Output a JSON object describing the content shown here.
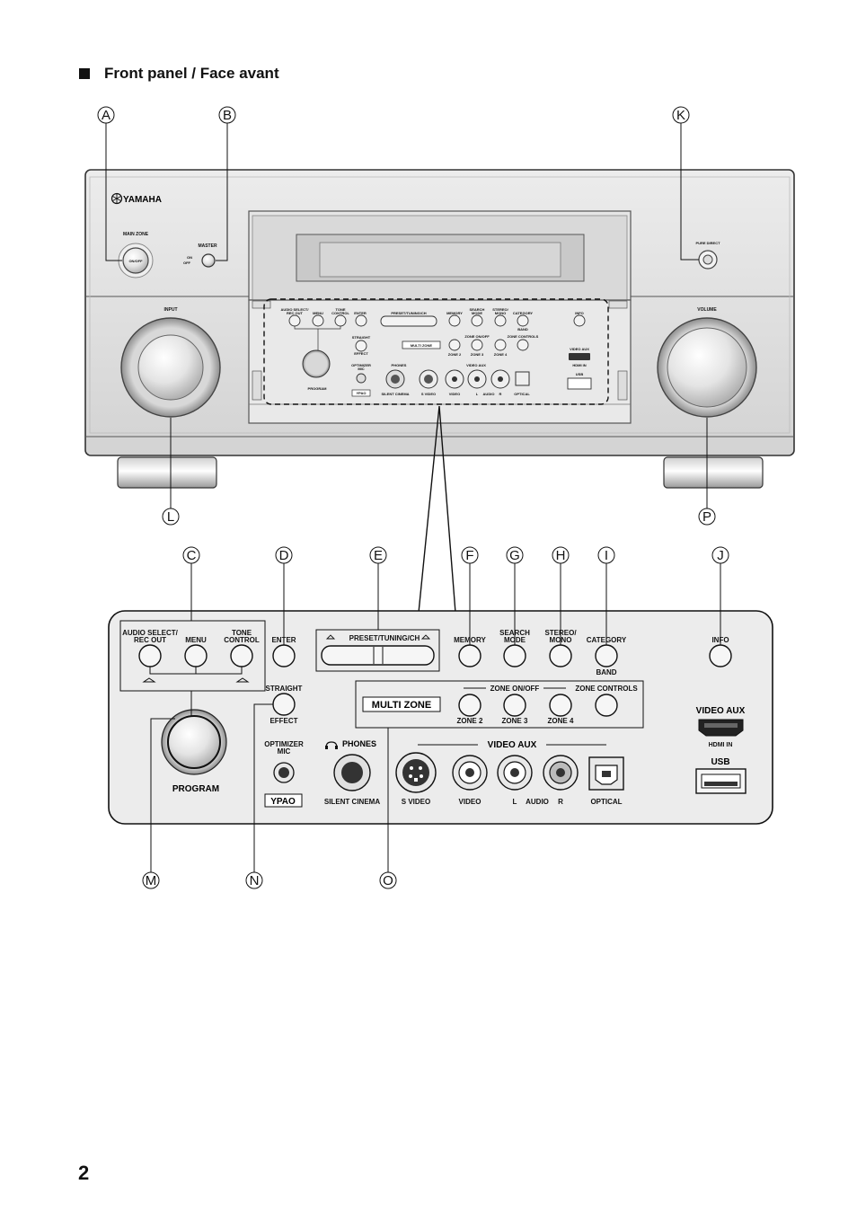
{
  "heading": {
    "text": "Front panel / Face avant"
  },
  "page_number": "2",
  "callouts": [
    "A",
    "B",
    "C",
    "D",
    "E",
    "F",
    "G",
    "H",
    "I",
    "J",
    "K",
    "L",
    "M",
    "N",
    "O",
    "P"
  ],
  "brand": "YAMAHA",
  "top_panel": {
    "main_zone": "MAIN ZONE",
    "on_off": "ON/OFF",
    "master": "MASTER",
    "master_on": "ON",
    "master_off": "OFF",
    "pure_direct": "PURE DIRECT",
    "input": "INPUT",
    "volume": "VOLUME"
  },
  "panel": {
    "audio_select": "AUDIO SELECT/",
    "rec_out": "REC OUT",
    "menu": "MENU",
    "tone": "TONE",
    "control": "CONTROL",
    "enter": "ENTER",
    "preset": "PRESET/TUNING/CH",
    "memory": "MEMORY",
    "search": "SEARCH",
    "mode": "MODE",
    "stereo": "STEREO/",
    "mono": "MONO",
    "category": "CATEGORY",
    "band": "BAND",
    "info": "INFO",
    "straight": "STRAIGHT",
    "effect": "EFFECT",
    "zone_on_off": "ZONE ON/OFF",
    "zone_controls": "ZONE CONTROLS",
    "multi_zone": "MULTI ZONE",
    "zone2": "ZONE 2",
    "zone3": "ZONE 3",
    "zone4": "ZONE 4",
    "video_aux": "VIDEO AUX",
    "hdmi_in": "HDMI IN",
    "usb": "USB",
    "optimizer": "OPTIMIZER",
    "mic": "MIC",
    "phones": "PHONES",
    "silent_cinema": "SILENT CINEMA",
    "ypao": "YPAO",
    "program": "PROGRAM",
    "s_video": "S VIDEO",
    "video": "VIDEO",
    "l": "L",
    "audio": "AUDIO",
    "r": "R",
    "optical": "OPTICAL"
  }
}
